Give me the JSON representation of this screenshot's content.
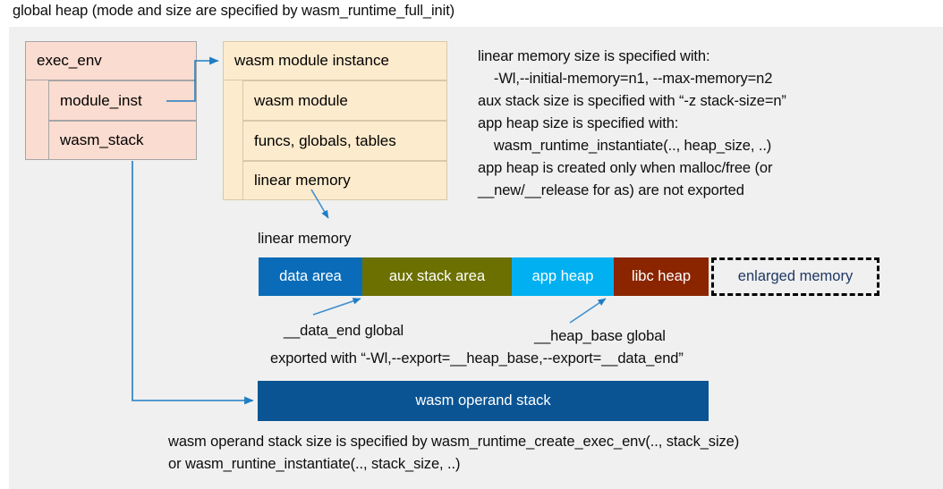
{
  "title": "global heap (mode and size are specified by wasm_runtime_full_init)",
  "colors": {
    "frame_bg": "#f0f0f0",
    "exec_env_fill": "#fbdcd0",
    "exec_env_border": "#a6a6a6",
    "module_inst_fill": "#fdebcd",
    "module_inst_border": "#d8c9a8",
    "data_area": "#0a6cb8",
    "aux_stack_area": "#6b7000",
    "app_heap": "#00b0f0",
    "libc_heap": "#8b2500",
    "enlarged_memory_text": "#1f3864",
    "operand_stack": "#0a5494",
    "connector": "#1f7dc4"
  },
  "exec_env": {
    "header": "exec_env",
    "rows": [
      {
        "label": "module_inst"
      },
      {
        "label": "wasm_stack"
      }
    ]
  },
  "wasm_module_instance": {
    "header": "wasm module instance",
    "rows": [
      {
        "label": "wasm module"
      },
      {
        "label": "funcs, globals, tables"
      },
      {
        "label": "linear memory"
      }
    ]
  },
  "notes": {
    "right_block": "linear memory size is specified with:\n    -Wl,--initial-memory=n1, --max-memory=n2\naux stack size is specified with “-z stack-size=n”\napp heap size is specified with:\n    wasm_runtime_instantiate(.., heap_size, ..)\napp heap is created only when malloc/free (or\n__new/__release for as) are not exported"
  },
  "linear_memory": {
    "label": "linear memory",
    "segments": [
      {
        "label": "data area",
        "color": "#0a6cb8",
        "width": 116,
        "style": "solid"
      },
      {
        "label": "aux stack area",
        "color": "#6b7000",
        "width": 167,
        "style": "solid"
      },
      {
        "label": "app heap",
        "color": "#00b0f0",
        "width": 114,
        "style": "solid"
      },
      {
        "label": "libc heap",
        "color": "#8b2500",
        "width": 106,
        "style": "solid"
      },
      {
        "label": "enlarged memory",
        "color": "#f0f0f0",
        "width": 188,
        "style": "dashed"
      }
    ],
    "annotations": {
      "data_end": "__data_end global",
      "heap_base": "__heap_base global",
      "exported_with": "exported with “-Wl,--export=__heap_base,--export=__data_end”"
    }
  },
  "operand_stack": {
    "label": "wasm operand stack",
    "note": "wasm operand stack size is specified by wasm_runtime_create_exec_env(.., stack_size)\nor wasm_runtine_instantiate(.., stack_size, ..)"
  }
}
